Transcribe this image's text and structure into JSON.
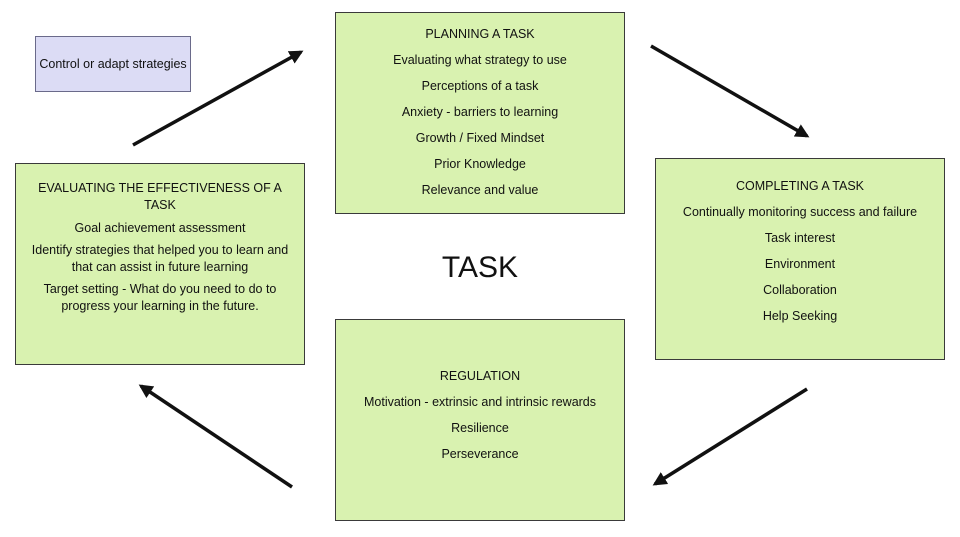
{
  "planning": {
    "title": "PLANNING A TASK",
    "items": [
      "Evaluating what strategy to use",
      "Perceptions of a task",
      "Anxiety - barriers to learning",
      "Growth / Fixed Mindset",
      "Prior Knowledge",
      "Relevance and value"
    ]
  },
  "completing": {
    "title": "COMPLETING A TASK",
    "items": [
      "Continually monitoring success and failure",
      "Task interest",
      "Environment",
      "Collaboration",
      "Help Seeking"
    ]
  },
  "regulation": {
    "title": "REGULATION",
    "items": [
      "Motivation - extrinsic and intrinsic rewards",
      "Resilience",
      "Perseverance"
    ]
  },
  "evaluating": {
    "title": "EVALUATING THE EFFECTIVENESS OF A TASK",
    "items": [
      "Goal achievement assessment",
      "Identify strategies that helped you to learn and that can assist in future learning",
      "Target setting - What do you need to do to progress your learning in the future."
    ]
  },
  "control_label": "Control or adapt strategies",
  "center_label": "TASK",
  "colors": {
    "box_fill": "#d9f2b0",
    "box_border": "#3a3a3a",
    "control_fill": "#dcdcf5",
    "arrow": "#111111"
  }
}
